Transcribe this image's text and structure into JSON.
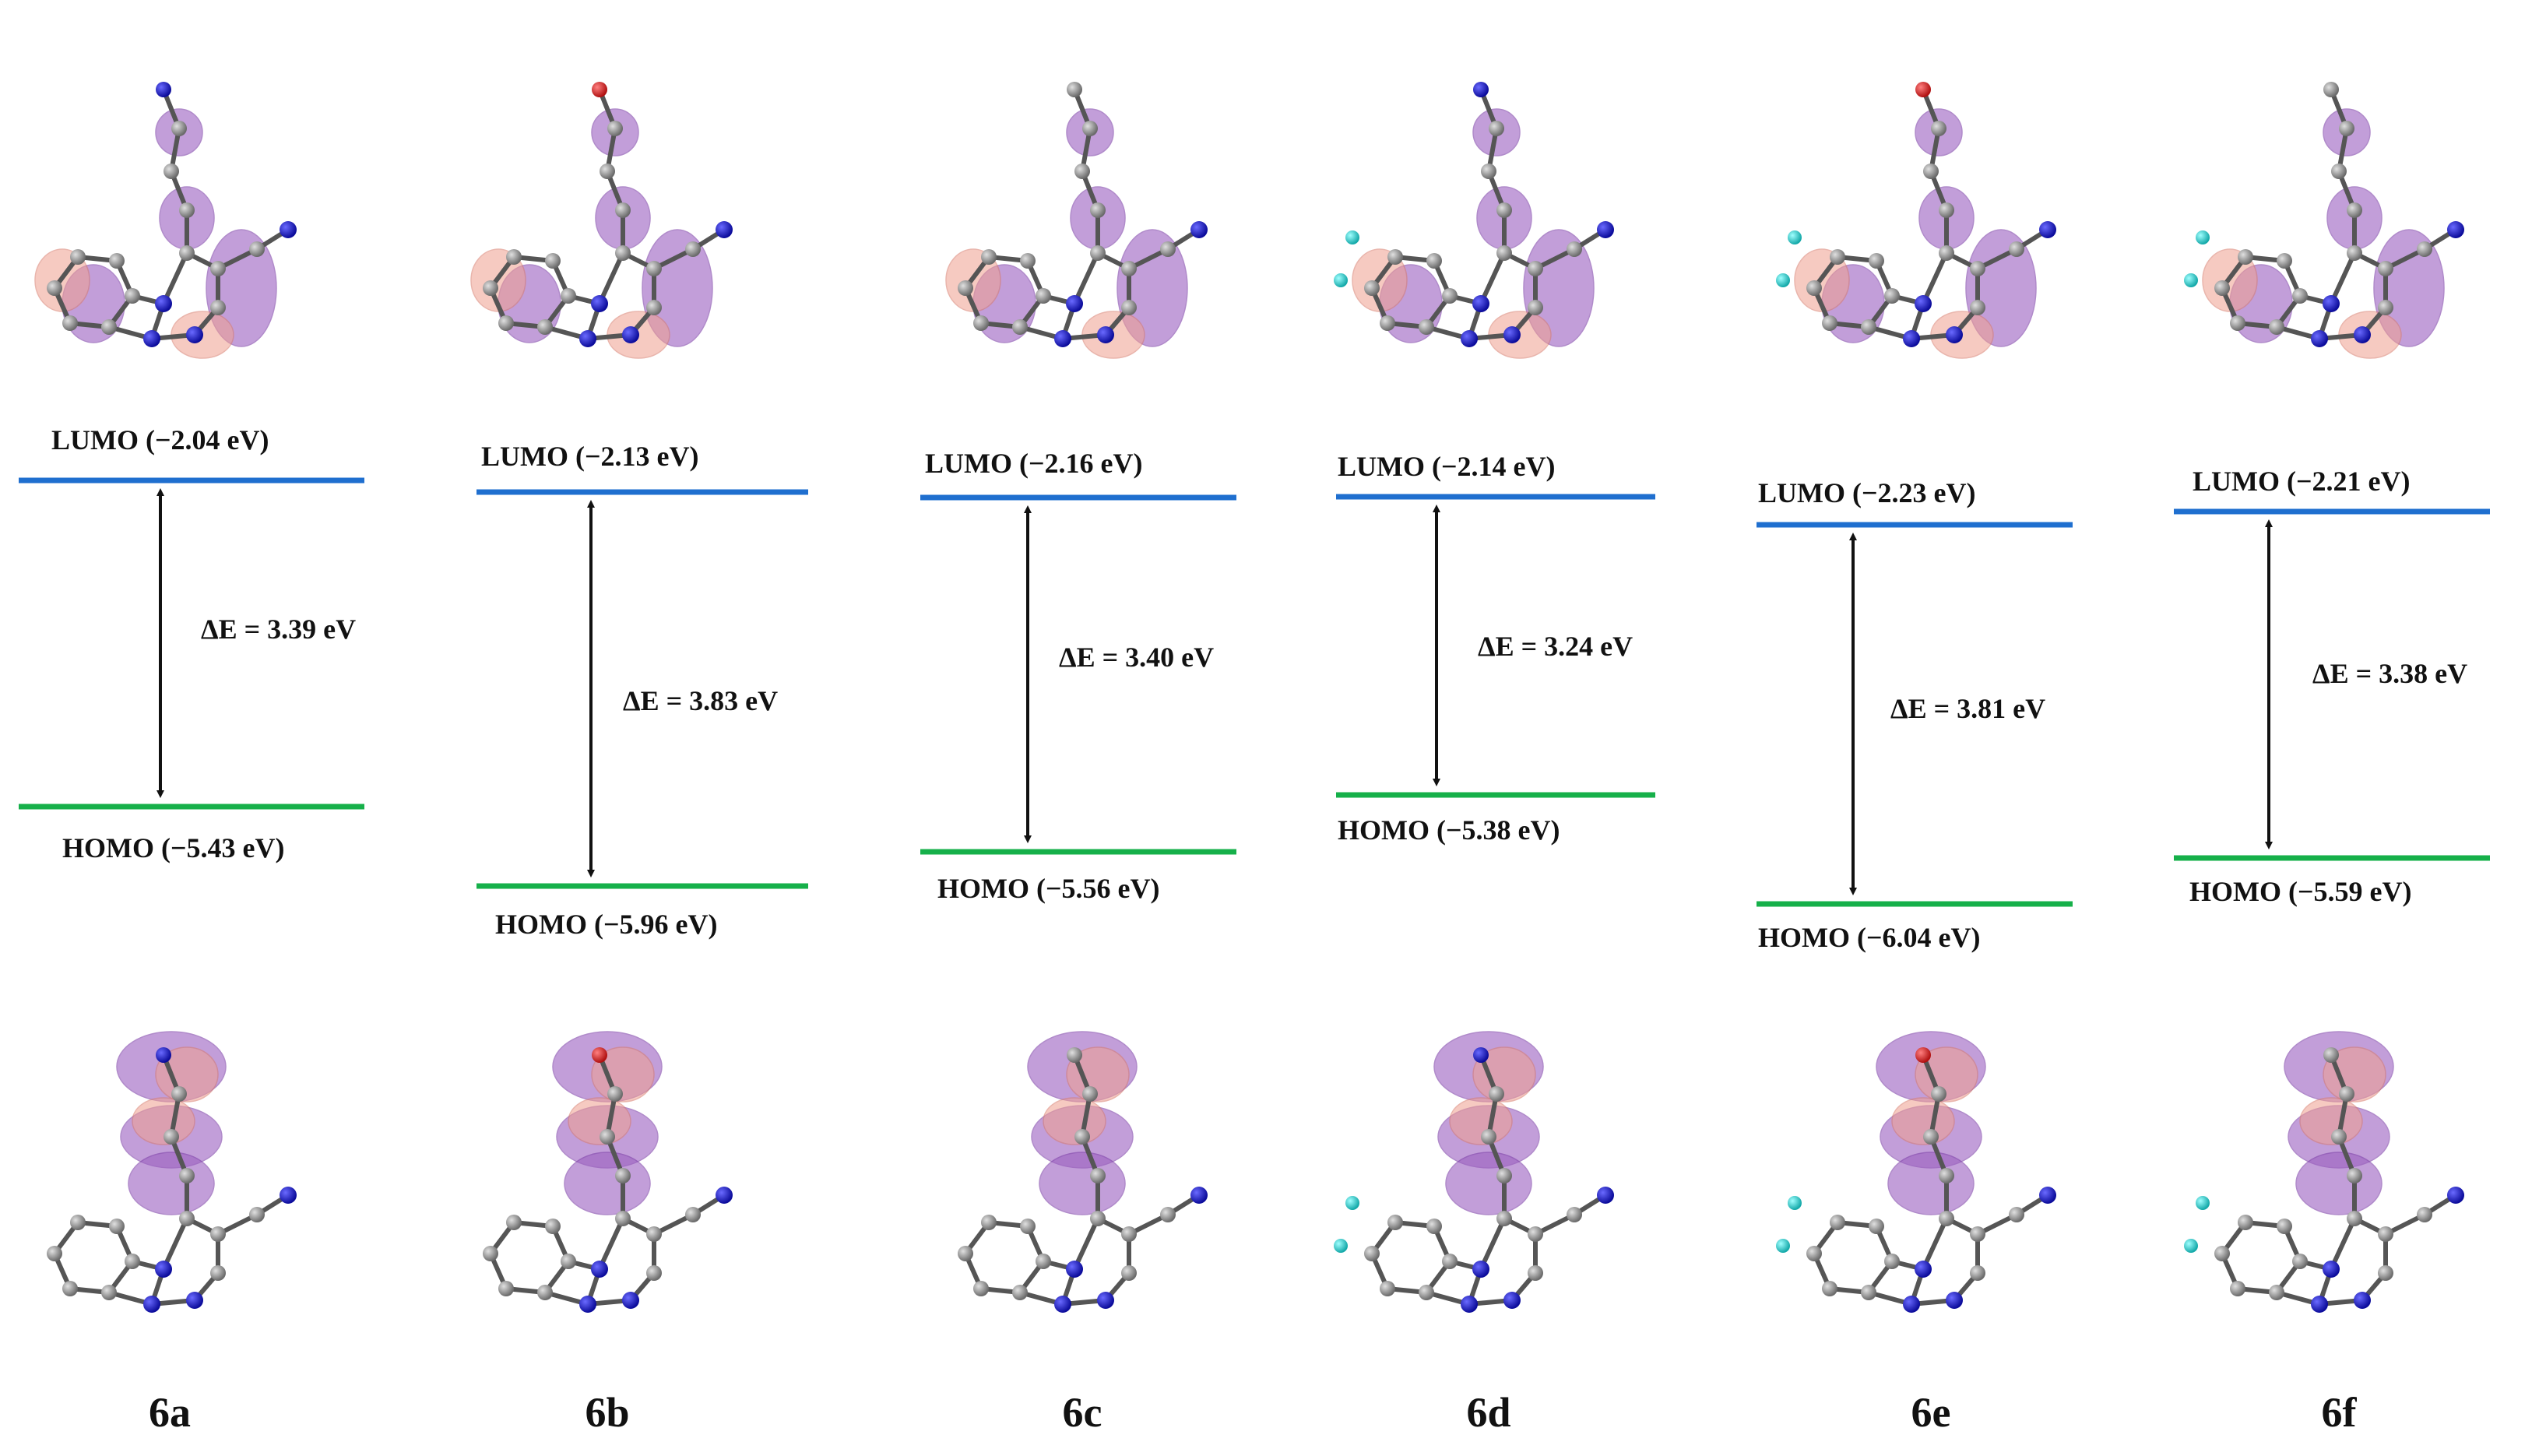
{
  "colors": {
    "lumo_line": "#1f6fcf",
    "homo_line": "#16b04a",
    "arrow": "#111111",
    "orbital_purple": "#9b5fc0",
    "orbital_pink": "#f0a090",
    "atom_carbon": "#8c8c8c",
    "atom_nitrogen": "#1515c8",
    "atom_oxygen": "#e02020",
    "atom_fluorine": "#22d3d3",
    "atom_hydrogen": "#e6e6e6"
  },
  "compounds": [
    {
      "id": "6a",
      "lumo_label": "LUMO (−2.04 eV)",
      "homo_label": "HOMO (−5.43 eV)",
      "gap_label": "ΔE = 3.39 eV",
      "lumo_ev": -2.04,
      "homo_ev": -5.43,
      "gap_ev": 3.39
    },
    {
      "id": "6b",
      "lumo_label": "LUMO (−2.13 eV)",
      "homo_label": "HOMO (−5.96 eV)",
      "gap_label": "ΔE = 3.83 eV",
      "lumo_ev": -2.13,
      "homo_ev": -5.96,
      "gap_ev": 3.83
    },
    {
      "id": "6c",
      "lumo_label": "LUMO (−2.16 eV)",
      "homo_label": "HOMO (−5.56 eV)",
      "gap_label": "ΔE = 3.40 eV",
      "lumo_ev": -2.16,
      "homo_ev": -5.56,
      "gap_ev": 3.4
    },
    {
      "id": "6d",
      "lumo_label": "LUMO (−2.14 eV)",
      "homo_label": "HOMO (−5.38 eV)",
      "gap_label": "ΔE = 3.24 eV",
      "lumo_ev": -2.14,
      "homo_ev": -5.38,
      "gap_ev": 3.24
    },
    {
      "id": "6e",
      "lumo_label": "LUMO (−2.23 eV)",
      "homo_label": "HOMO (−6.04 eV)",
      "gap_label": "ΔE = 3.81 eV",
      "lumo_ev": -2.23,
      "homo_ev": -6.04,
      "gap_ev": 3.81
    },
    {
      "id": "6f",
      "lumo_label": "LUMO (−2.21 eV)",
      "homo_label": "HOMO (−5.59 eV)",
      "gap_label": "ΔE = 3.38 eV",
      "lumo_ev": -2.21,
      "homo_ev": -5.59,
      "gap_ev": 3.38
    }
  ]
}
